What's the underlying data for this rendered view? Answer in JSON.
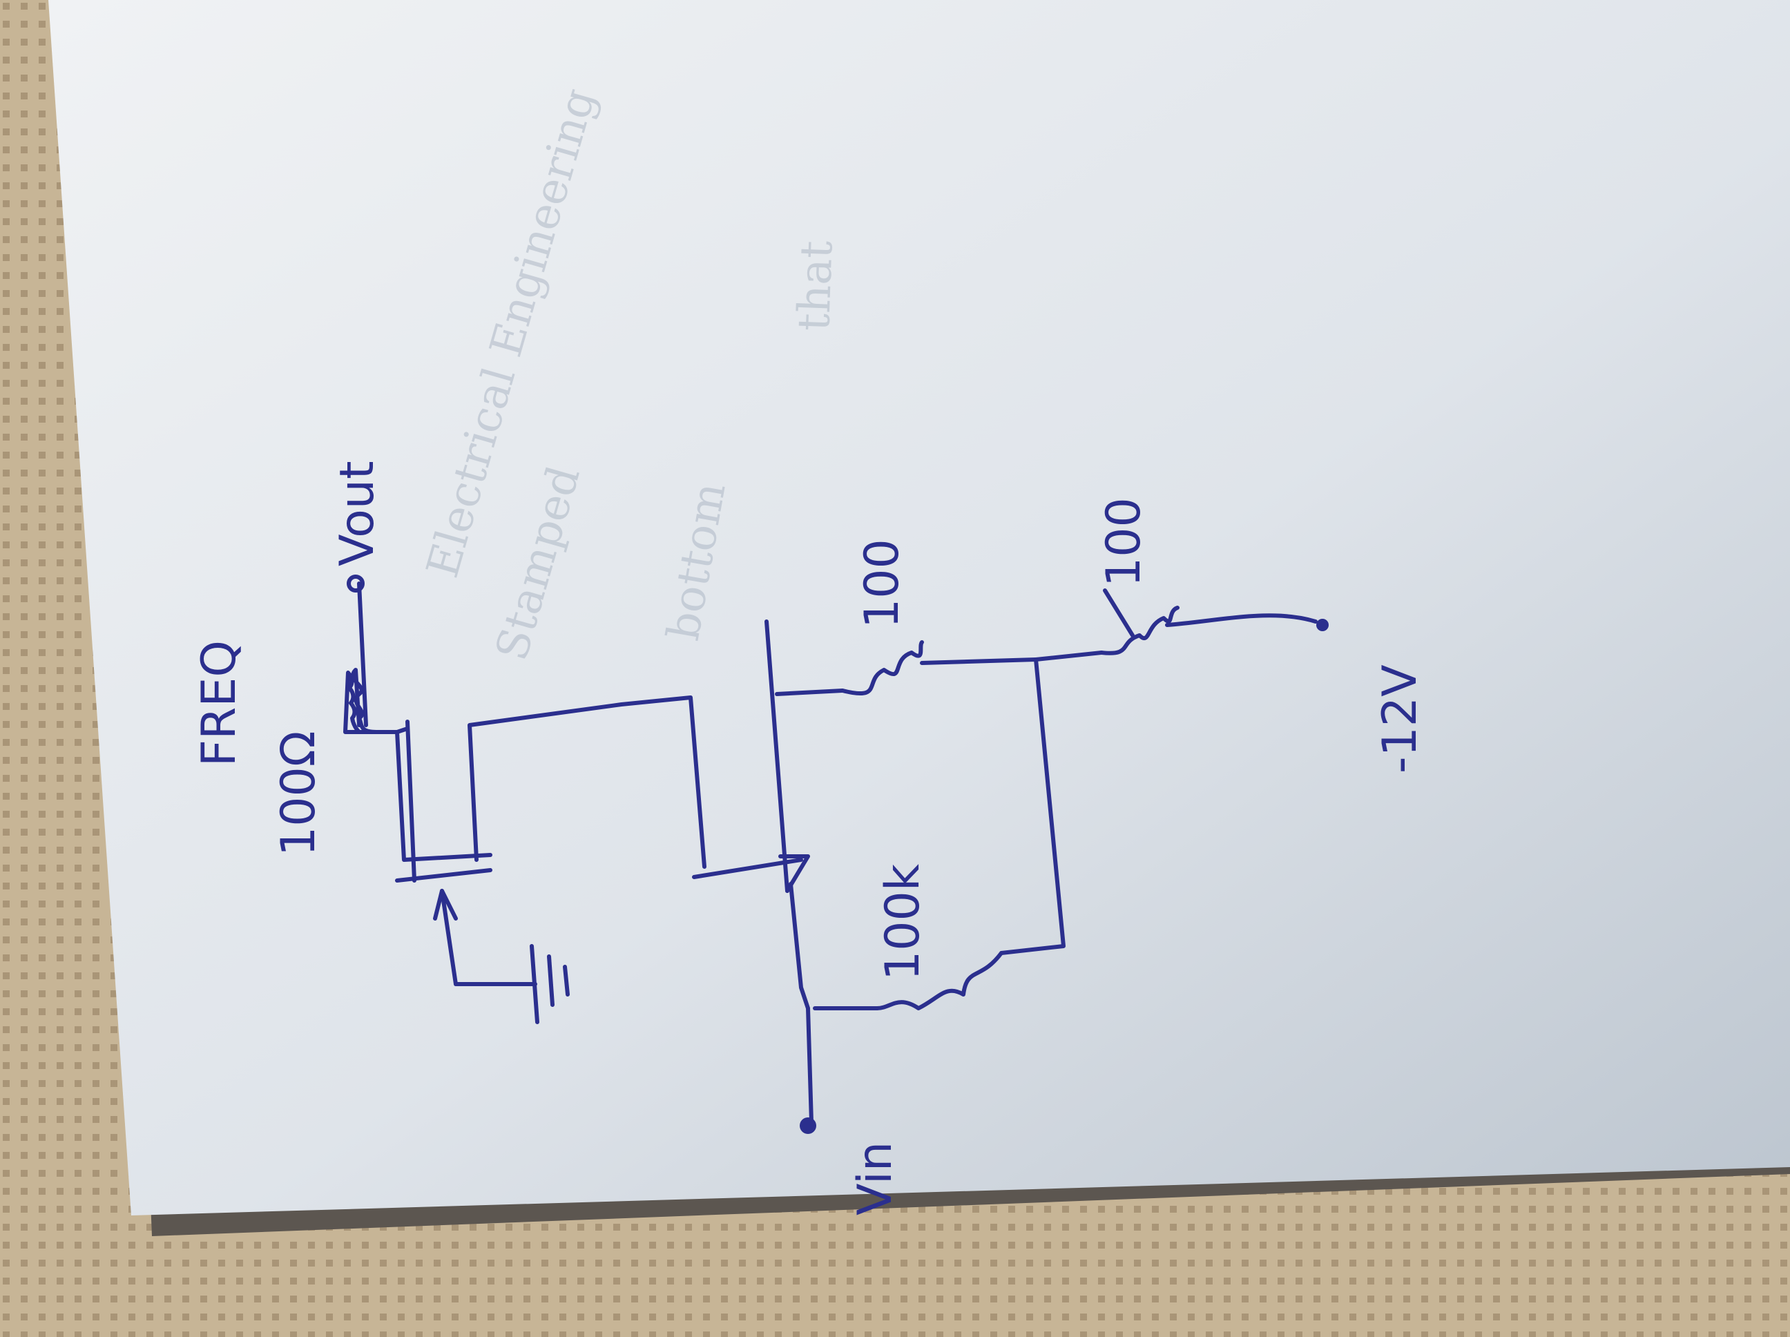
{
  "colors": {
    "ink": "#2b2f8e",
    "paper": "#dde3ea",
    "cloth": "#c9b99a",
    "ghost_text": "#aeb8c6"
  },
  "labels": {
    "r_drain_value": "100Ω",
    "r_drain_mark": "FREQ",
    "vout": "Vout",
    "r_gate_value": "100k",
    "r_source_top": "100",
    "r_source_bottom": "100",
    "vin": "Vin",
    "supply": "-12V"
  },
  "ghost_text": {
    "line1": "Electrical Engineering",
    "line2": "Stamped",
    "line3": "bottom",
    "line4": "that"
  }
}
